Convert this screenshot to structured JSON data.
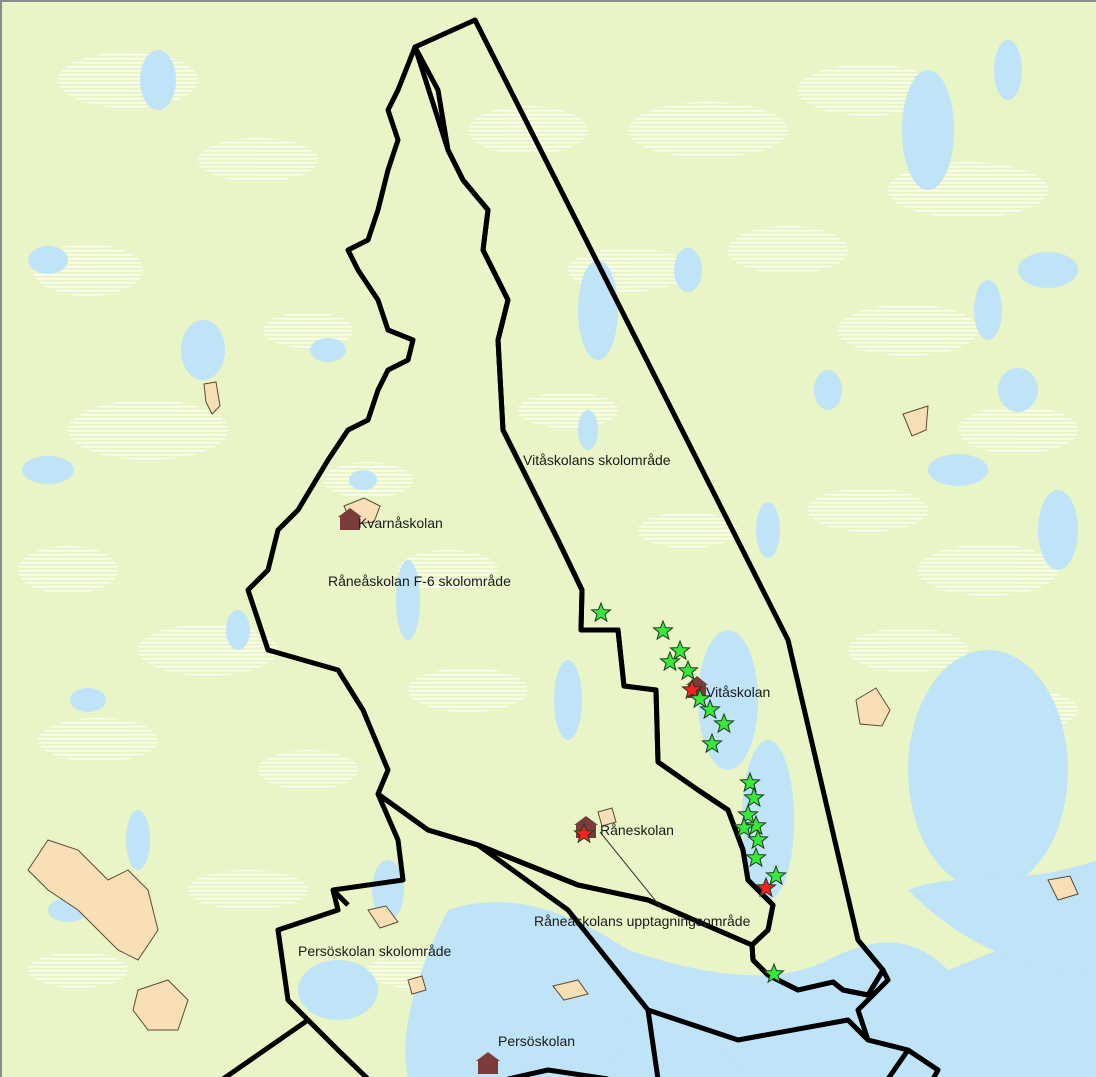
{
  "colors": {
    "land": "#e9f5c6",
    "water": "#bfe3f7",
    "wetland_stripe": "#ffffff",
    "urban": "#f8dfb6",
    "boundary": "#000000",
    "school_marker": "#7a3b3b",
    "star_green": "#38e83a",
    "star_red": "#ff1f1f"
  },
  "area_labels": {
    "vitaskolans": "Vitåskolans skolområde",
    "raneaskolan_f6": "Råneåskolan F-6 skolområde",
    "raneaskolans_uppt": "Råneåskolans upptagningsområde",
    "persoskolan_omrade": "Persöskolan skolområde"
  },
  "schools": {
    "kvarnaskolan": "Kvarnåskolan",
    "vitaskolan": "Vitåskolan",
    "raneskolan": "Råneskolan",
    "persoskolan": "Persöskolan"
  },
  "icons": {
    "school": "school-building-icon",
    "green_star": "star-icon",
    "red_star": "star-icon"
  }
}
